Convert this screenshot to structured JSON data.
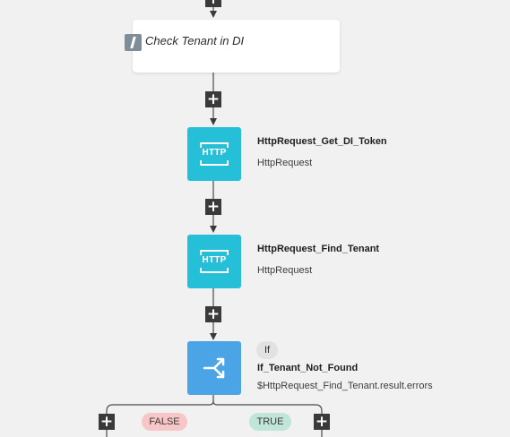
{
  "note": {
    "text": "Check Tenant in DI",
    "icon": "note-icon"
  },
  "nodes": [
    {
      "title": "HttpRequest_Get_DI_Token",
      "type_label": "HttpRequest",
      "icon_text": "HTTP",
      "icon": "http-icon",
      "color": "#26bfd8"
    },
    {
      "title": "HttpRequest_Find_Tenant",
      "type_label": "HttpRequest",
      "icon_text": "HTTP",
      "icon": "http-icon",
      "color": "#26bfd8"
    }
  ],
  "condition": {
    "badge": "If",
    "title": "If_Tenant_Not_Found",
    "expression": "$HttpRequest_Find_Tenant.result.errors",
    "icon": "branch-split-icon",
    "color": "#4aa4e6"
  },
  "branches": {
    "false_label": "FALSE",
    "true_label": "TRUE",
    "false_color": "#f7c6c6",
    "true_color": "#bfe6d8"
  },
  "add_step": {
    "symbol": "+",
    "icon": "plus-icon"
  }
}
